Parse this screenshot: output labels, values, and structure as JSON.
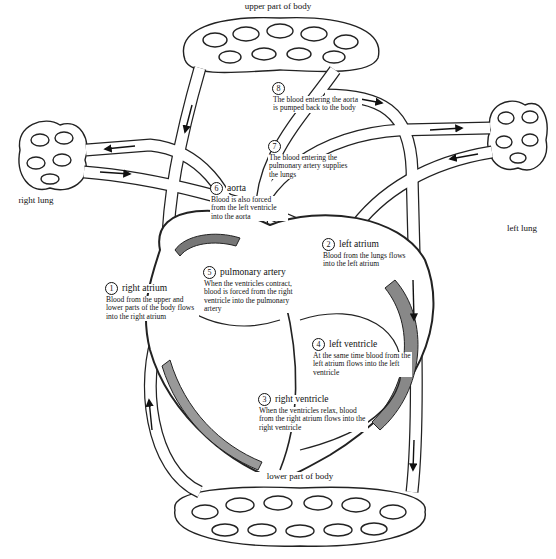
{
  "diagram": {
    "nodes": [
      {
        "text": [
          "1",
          "right atrium",
          "Blood from the upper and lower parts of the body flows into the right atrium"
        ]
      },
      {
        "text": [
          "2",
          "left atrium",
          "Blood from the lungs flows into the left atrium"
        ]
      },
      {
        "text": [
          "3",
          "right ventricle",
          "When the ventricles relax, blood from the right atrium flows into the right ventricle"
        ]
      },
      {
        "text": [
          "4",
          "left ventricle",
          "At the same time blood from the left atrium flows into the left ventricle"
        ]
      },
      {
        "text": [
          "5",
          "pulmonary artery",
          "When the ventricles contract, blood is forced from the right ventricle into the pulmonary artery"
        ]
      },
      {
        "text": [
          "6",
          "aorta",
          "Blood is also forced from the left ventricle into the aorta"
        ]
      },
      {
        "text": [
          "7",
          "The blood entering the pulmonary artery supplies the lungs"
        ]
      },
      {
        "text": [
          "8",
          "The blood entering the aorta is pumped back to the body"
        ]
      }
    ],
    "labels": [
      "upper part of body",
      "right lung",
      "left lung",
      "lower part of body"
    ]
  }
}
